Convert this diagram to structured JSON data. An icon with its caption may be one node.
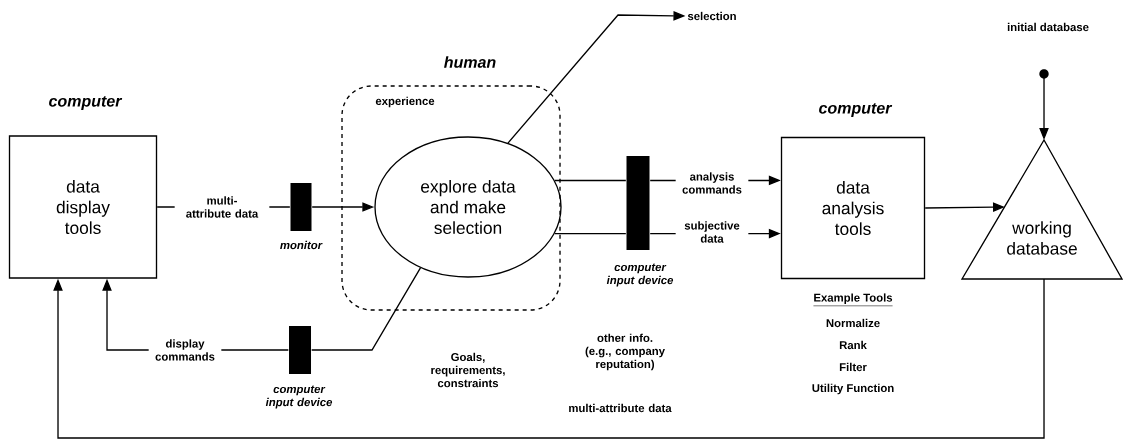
{
  "diagram": {
    "nodes": [
      {
        "text": [
          "computer",
          "data display tools"
        ]
      },
      {
        "text": [
          "human",
          "experience"
        ]
      },
      {
        "text": [
          "explore data and make selection"
        ],
        "in": 1
      },
      {
        "text": [
          "computer",
          "data analysis tools"
        ],
        "beside": [
          "Example Tools",
          "Normalize",
          "Rank",
          "Filter",
          "Utility Function"
        ]
      },
      {
        "text": [
          "working database"
        ]
      },
      {
        "text": [
          "selection"
        ]
      },
      {
        "text": [
          "initial database"
        ]
      },
      {
        "text": [],
        "shape": "bar",
        "beside": [
          "monitor"
        ]
      },
      {
        "text": [],
        "shape": "bar",
        "beside": [
          "computer input device"
        ]
      },
      {
        "text": [],
        "shape": "bar",
        "beside": [
          "computer input device"
        ]
      }
    ],
    "edges": [
      {
        "from": 0,
        "to": 7,
        "arrow": "none",
        "label": "multi-attribute data"
      },
      {
        "from": 7,
        "to": 2,
        "arrow": "to"
      },
      {
        "from": 2,
        "to": 8,
        "arrow": "none"
      },
      {
        "from": 8,
        "to": 0,
        "arrow": "to",
        "label": "display commands"
      },
      {
        "from": 2,
        "to": 9,
        "arrow": "none"
      },
      {
        "from": 2,
        "to": 9,
        "arrow": "none"
      },
      {
        "from": 9,
        "to": 3,
        "arrow": "to",
        "label": "analysis commands"
      },
      {
        "from": 9,
        "to": 3,
        "arrow": "to",
        "label": "subjective data"
      },
      {
        "from": 2,
        "to": 5,
        "arrow": "to"
      },
      {
        "from": 3,
        "to": 4,
        "arrow": "to"
      },
      {
        "from": 6,
        "to": 4,
        "arrow": "to"
      },
      {
        "from": 4,
        "to": 0,
        "arrow": "to",
        "label": "multi-attribute data"
      }
    ],
    "labels": [
      "Goals, requirements, constraints",
      "other info. (e.g., company reputation)"
    ]
  }
}
